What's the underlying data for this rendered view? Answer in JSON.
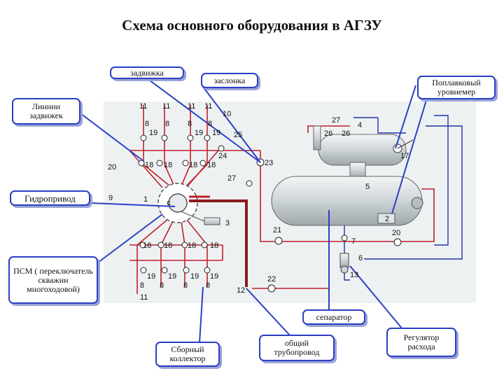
{
  "title": "Схема основного оборудования в АГЗУ",
  "callouts": {
    "valve": "задвижка",
    "damper": "заслонка",
    "float_level_gauge": "Поплавковый уровнемер",
    "valve_lines": "Линнии задвижек",
    "hydraulic_drive": "Гидропривод",
    "psm": "ПСМ ( переключатель скважин многоходовой)",
    "separator": "сепаратор",
    "collector": "Сборный коллектор",
    "common_pipeline": "общий трубопровод",
    "flow_regulator": "Регулятор расхода"
  },
  "numbers": {
    "n11": "11",
    "n8": "8",
    "n10": "10",
    "n19": "19",
    "n25": "25",
    "n24": "24",
    "n18": "18",
    "n20": "20",
    "n23": "23",
    "n27": "27",
    "n26": "26",
    "n4": "4",
    "n17": "17",
    "n5": "5",
    "n2": "2",
    "n9": "9",
    "n1": "1",
    "n3": "3",
    "n21": "21",
    "n7": "7",
    "n6": "6",
    "n13": "13",
    "n22": "22",
    "n12": "12"
  },
  "colors": {
    "callout_border": "#2b3fc4",
    "pipe_red": "#c0202a",
    "pipe_blue": "#2233aa",
    "vessel": "#cdd3d6",
    "panel": "#eef1f2"
  }
}
